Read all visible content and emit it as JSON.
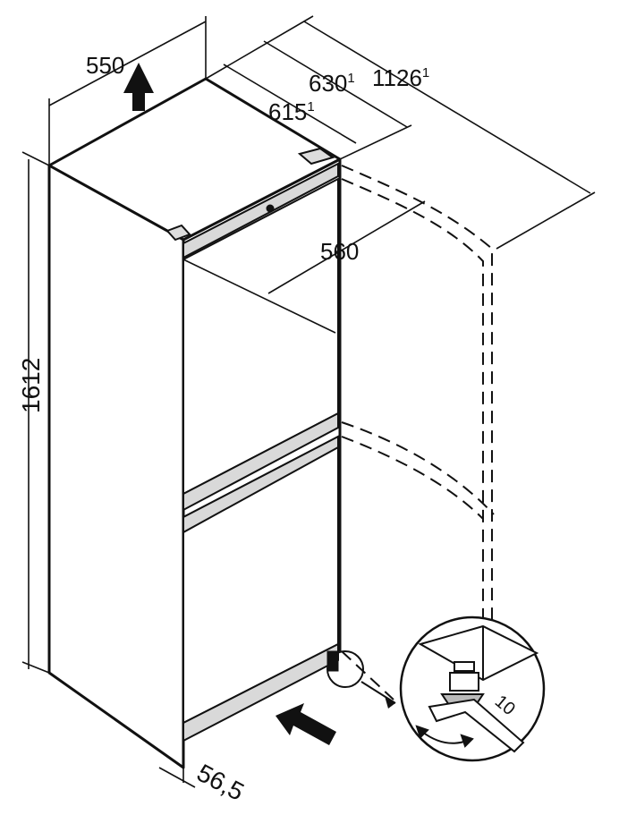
{
  "dimensions": {
    "width": "550",
    "height": "1612",
    "depth_630": "630",
    "depth_630_note": "1",
    "depth_1126": "1126",
    "depth_1126_note": "1",
    "depth_615": "615",
    "depth_615_note": "1",
    "door_width": "560",
    "bottom_offset": "56,5"
  },
  "wrench_size": "10",
  "icons": {
    "up_arrow": "arrow-up-icon",
    "push_arrow": "arrow-left-icon",
    "rotate_arrow": "rotate-arrow-icon"
  }
}
